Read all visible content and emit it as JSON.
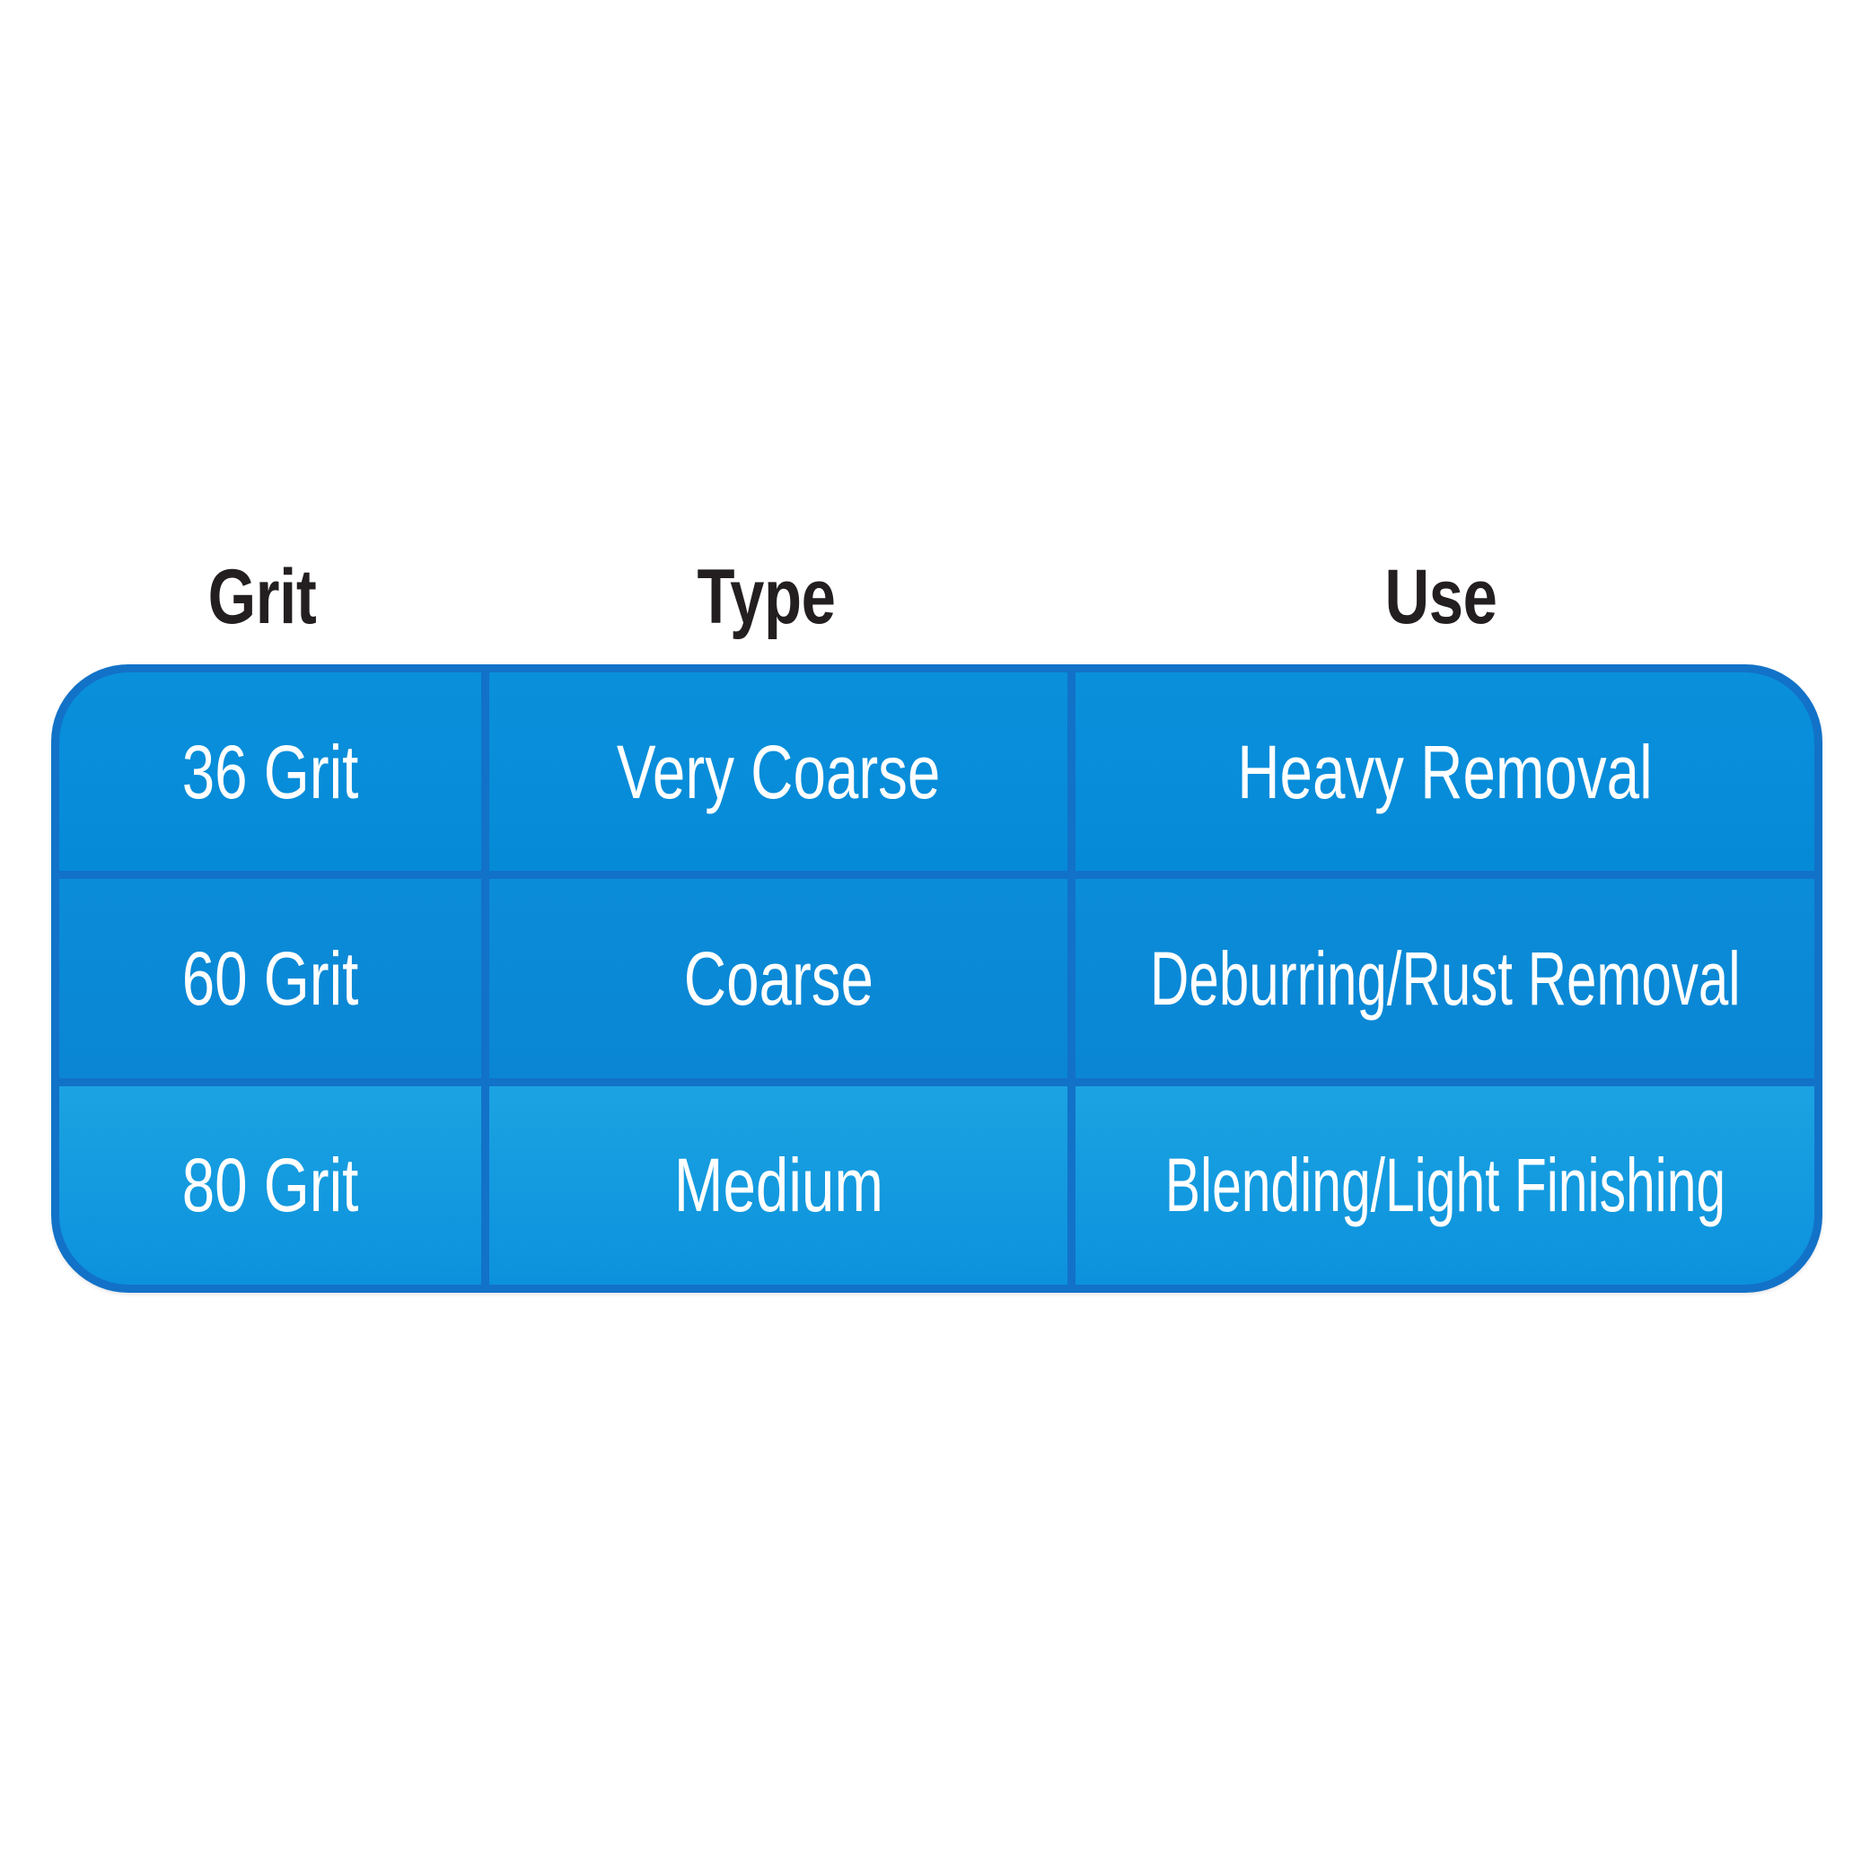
{
  "table": {
    "columns": [
      "Grit",
      "Type",
      "Use"
    ],
    "rows": [
      {
        "grit": "36 Grit",
        "type": "Very Coarse",
        "use": "Heavy Removal"
      },
      {
        "grit": "60 Grit",
        "type": "Coarse",
        "use": "Deburring/Rust Removal"
      },
      {
        "grit": "80 Grit",
        "type": "Medium",
        "use": "Blending/Light Finishing"
      }
    ],
    "colors": {
      "card_border": "#1272c8",
      "row_1_fill": "#0a90db",
      "row_2_fill": "#0b8cd8",
      "row_3_fill": "#1ba3e2",
      "cell_text": "#ffffff",
      "header_text": "#231f20",
      "background": "#ffffff"
    }
  }
}
